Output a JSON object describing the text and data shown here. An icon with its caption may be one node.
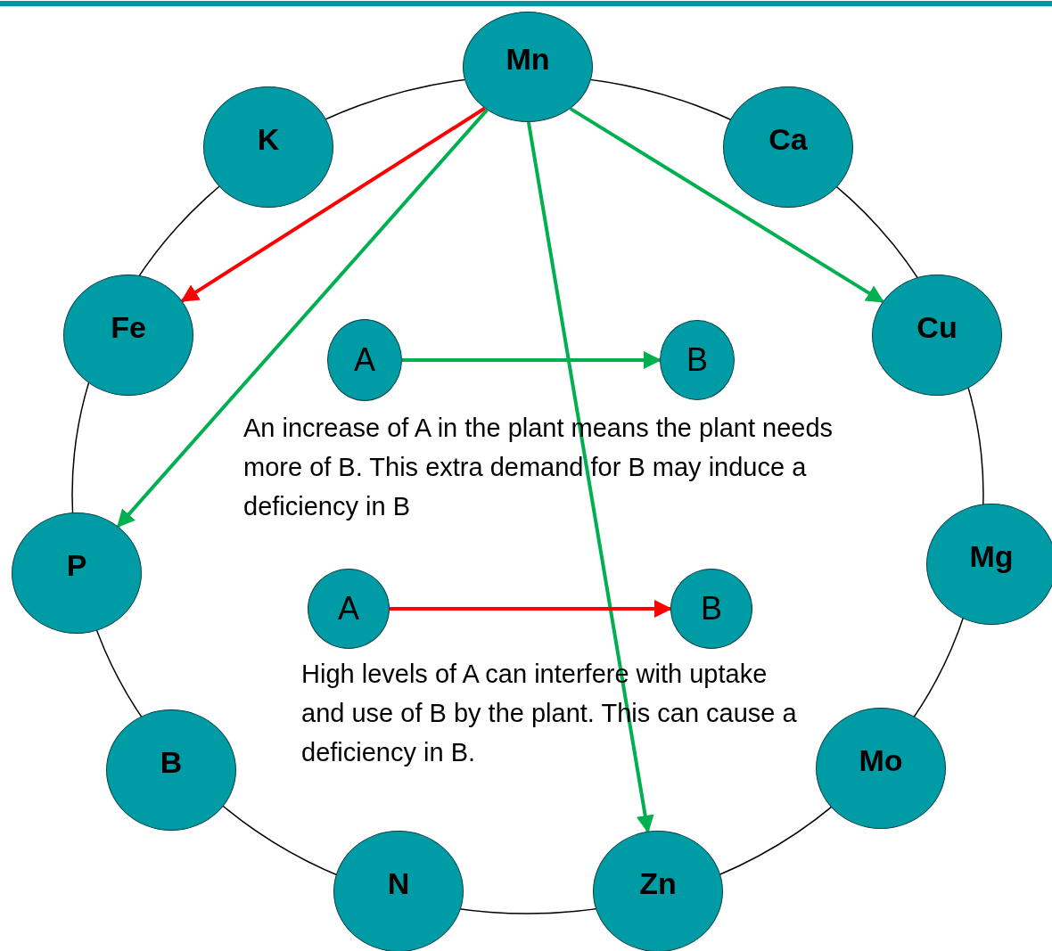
{
  "diagram": {
    "nodes": [
      {
        "text": [
          "Mn"
        ]
      },
      {
        "text": [
          "K"
        ]
      },
      {
        "text": [
          "Ca"
        ]
      },
      {
        "text": [
          "Fe"
        ]
      },
      {
        "text": [
          "Cu"
        ]
      },
      {
        "text": [
          "P"
        ]
      },
      {
        "text": [
          "Mg"
        ]
      },
      {
        "text": [
          "B"
        ]
      },
      {
        "text": [
          "Mo"
        ]
      },
      {
        "text": [
          "N"
        ]
      },
      {
        "text": [
          "Zn"
        ]
      },
      {
        "text": [
          "A"
        ]
      },
      {
        "text": [
          "B"
        ]
      },
      {
        "text": [
          "A"
        ]
      },
      {
        "text": [
          "B"
        ]
      }
    ],
    "edges": [
      {
        "from": 0,
        "to": 3,
        "arrow": "to",
        "color": "#ff0000"
      },
      {
        "from": 0,
        "to": 5,
        "arrow": "to"
      },
      {
        "from": 0,
        "to": 10,
        "arrow": "to"
      },
      {
        "from": 0,
        "to": 4,
        "arrow": "to"
      },
      {
        "from": 11,
        "to": 12,
        "arrow": "to"
      },
      {
        "from": 13,
        "to": 14,
        "arrow": "to",
        "color": "#ff0000"
      }
    ],
    "labels": [
      "An increase of A in the plant means the plant needs more of B. This extra demand for B may induce a deficiency in B",
      "High levels of A can interfere with uptake and use of B by the plant. This can cause a deficiency in B."
    ]
  }
}
